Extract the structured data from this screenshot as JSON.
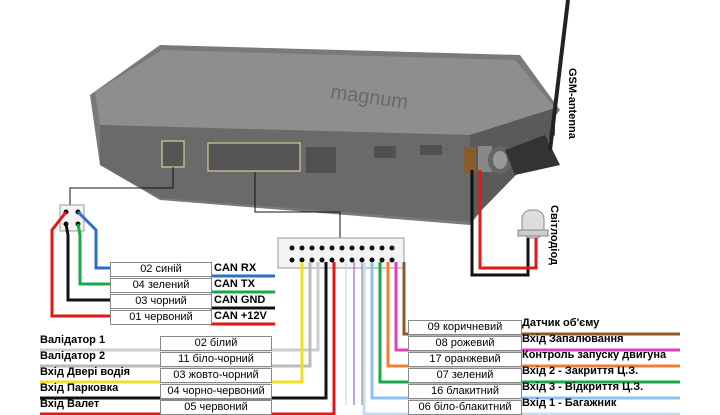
{
  "device": {
    "brand": "magnum"
  },
  "antenna": {
    "label": "GSM-antenna"
  },
  "led": {
    "label": "Світлодіод"
  },
  "can_connector": {
    "wires": [
      {
        "box": "02 синій",
        "signal": "CAN RX",
        "color": "#2e6fc4"
      },
      {
        "box": "04 зелений",
        "signal": "CAN TX",
        "color": "#1aa84a"
      },
      {
        "box": "03 чорний",
        "signal": "CAN GND",
        "color": "#111111"
      },
      {
        "box": "01 червоний",
        "signal": "CAN +12V",
        "color": "#e01818"
      }
    ]
  },
  "main_connector": {
    "left_wires": [
      {
        "box": "02 білий",
        "signal": "Валідатор 1",
        "color": "#ffffff"
      },
      {
        "box": "11 біло-чорний",
        "signal": "Валідатор 2",
        "color": "#bbbbbb"
      },
      {
        "box": "03 жовто-чорний",
        "signal": "Вхід Двері водія",
        "color": "#f0e020"
      },
      {
        "box": "04 чорно-червоний",
        "signal": "Вхід Парковка",
        "color": "#111111"
      },
      {
        "box": "05 червоний",
        "signal": "Вхід Валет",
        "color": "#e01818"
      }
    ],
    "right_wires": [
      {
        "box": "09 коричневий",
        "signal": "Датчик об'єму",
        "color": "#8b5a2b"
      },
      {
        "box": "08 рожевий",
        "signal": "Вхід Запалювання",
        "color": "#e040c0"
      },
      {
        "box": "17 оранжевий",
        "signal": "Контроль запуску двигуна",
        "color": "#f08030"
      },
      {
        "box": "07 зелений",
        "signal": "Вхід 2 - Закриття Ц.З.",
        "color": "#1aa84a"
      },
      {
        "box": "16 блакитний",
        "signal": "Вхід 3 - Відкриття Ц.З.",
        "color": "#90c0f0"
      },
      {
        "box": "06 біло-блакитний",
        "signal": "Вхід 1 - Багажник",
        "color": "#c8dcf0"
      }
    ]
  }
}
